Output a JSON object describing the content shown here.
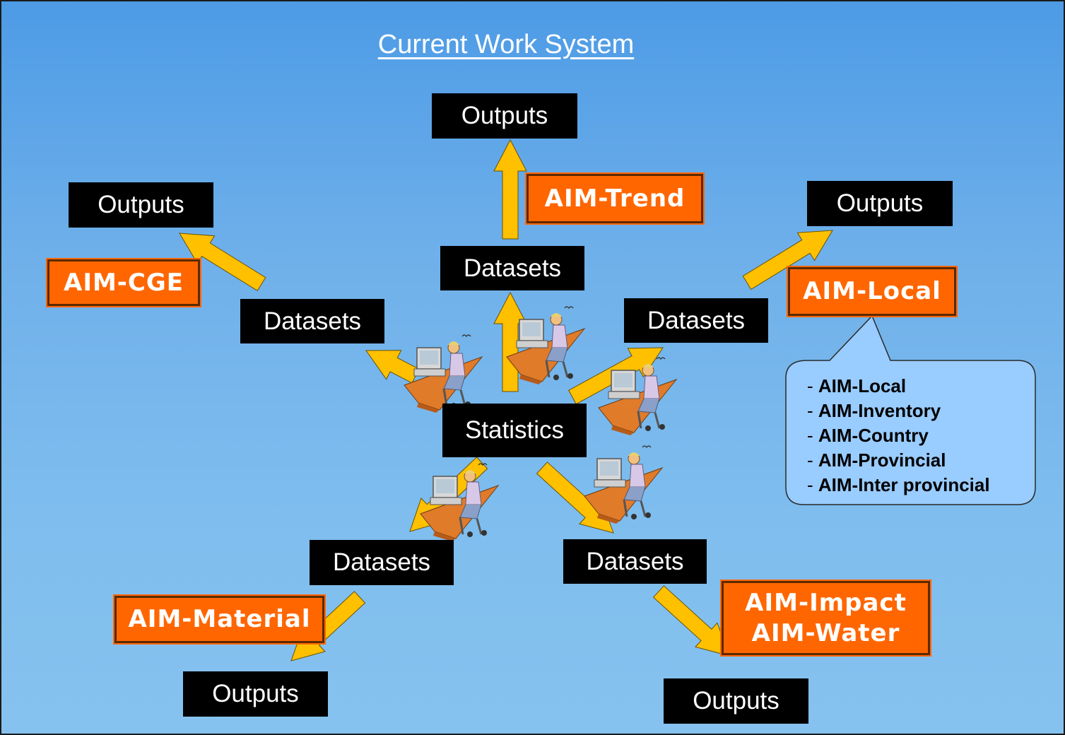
{
  "title": "Current Work System",
  "hub": {
    "label": "Statistics"
  },
  "datasets_label": "Datasets",
  "outputs_label": "Outputs",
  "models": {
    "trend": "AIM-Trend",
    "cge": "AIM-CGE",
    "local": "AIM-Local",
    "material": "AIM-Material",
    "impact": "AIM-Impact",
    "water": "AIM-Water"
  },
  "callout": {
    "items": [
      "AIM-Local",
      "AIM-Inventory",
      "AIM-Country",
      "AIM-Provincial",
      "AIM-Inter provincial"
    ]
  },
  "colors": {
    "background": "#7ebdee",
    "box": "#000000",
    "label": "#ff6600",
    "arrow": "#ffc000",
    "callout": "#99ccff"
  }
}
